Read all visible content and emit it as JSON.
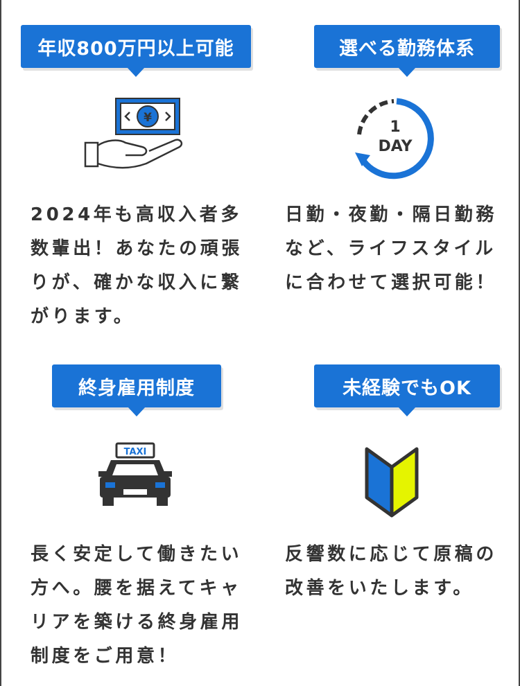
{
  "colors": {
    "accent": "#1a73d6",
    "text": "#333333",
    "icon_dark": "#333333",
    "leaf_yellow": "#e5f400"
  },
  "features": [
    {
      "title": "年収800万円以上可能",
      "icon": "money-hand-icon",
      "icon_text": "¥",
      "description": "2024年も高収入者多数輩出！あなたの頑張りが、確かな収入に繋がります。"
    },
    {
      "title": "選べる勤務体系",
      "icon": "clock-1-day-icon",
      "icon_text_top": "1",
      "icon_text_bottom": "DAY",
      "description": "日勤・夜勤・隔日勤務など、ライフスタイルに合わせて選択可能！"
    },
    {
      "title": "終身雇用制度",
      "icon": "taxi-icon",
      "icon_text": "TAXI",
      "description": "長く安定して働きたい方へ。腰を据えてキャリアを築ける終身雇用制度をご用意！"
    },
    {
      "title": "未経験でもOK",
      "icon": "beginner-mark-icon",
      "description": "反響数に応じて原稿の改善をいたします。"
    }
  ]
}
